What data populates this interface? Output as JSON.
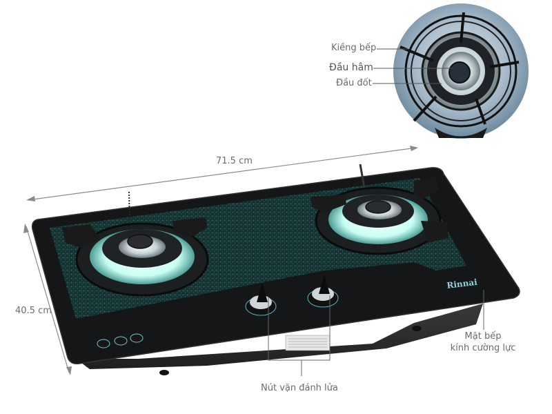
{
  "dimensions": {
    "width_label": "71.5 cm",
    "depth_label": "40.5 cm"
  },
  "callouts": {
    "pot_support": "Kiềng bếp",
    "burner_cap": "Đầu hâm",
    "burner_head": "Đầu đốt",
    "glass_top_line1": "Mặt bếp",
    "glass_top_line2": "kính cường lực",
    "ignition_knobs": "Nút vặn đánh lửa"
  },
  "product": {
    "brand": "Rinnai",
    "burner_count": 2,
    "knob_count": 2,
    "safety_icons": [
      "no-pot-icon",
      "no-flame-icon",
      "no-touch-icon"
    ]
  },
  "colors": {
    "label_text": "#6b6b6b",
    "dimension_line": "#8a8a8a",
    "glass_black": "#151617",
    "speckle_teal": "#1f4a4c",
    "brand_text": "#8fd4dc",
    "burner_glow": "#bff5f0"
  }
}
